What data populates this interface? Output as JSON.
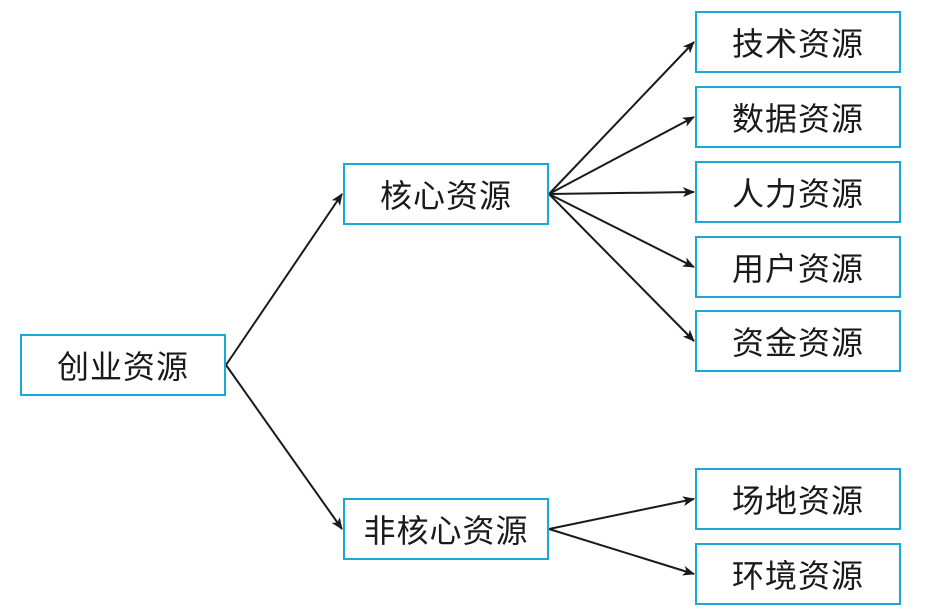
{
  "root": {
    "label": "创业资源"
  },
  "core": {
    "label": "核心资源",
    "children": [
      "技术资源",
      "数据资源",
      "人力资源",
      "用户资源",
      "资金资源"
    ]
  },
  "noncore": {
    "label": "非核心资源",
    "children": [
      "场地资源",
      "环境资源"
    ]
  },
  "colors": {
    "box_border": "#1aa8d8",
    "arrow": "#1a1a1a",
    "text": "#1a1a1a"
  }
}
